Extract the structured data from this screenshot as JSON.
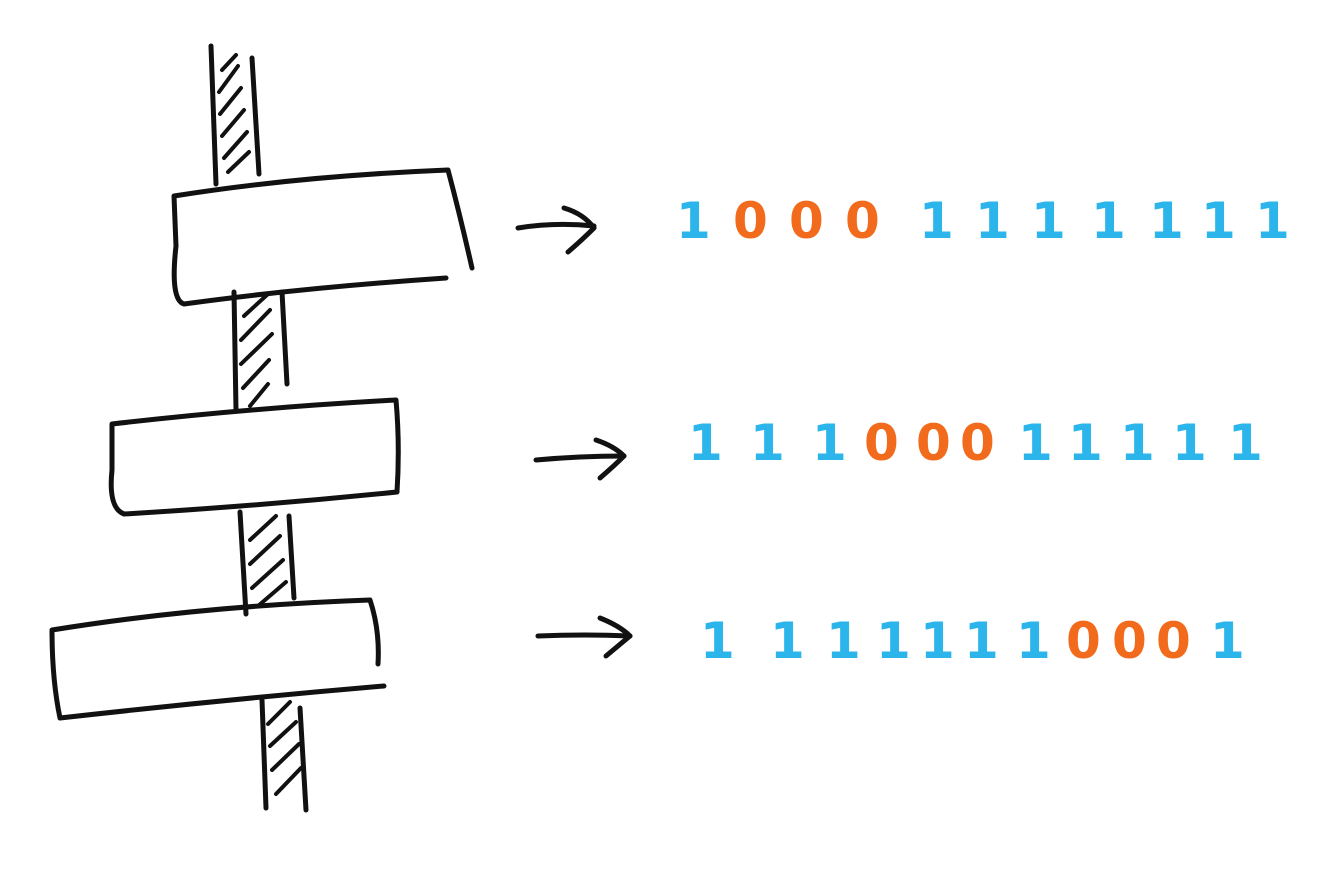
{
  "colors": {
    "ink": "#111111",
    "one": "#2bb5ea",
    "zero": "#f26a1b",
    "background": "#ffffff"
  },
  "rows": [
    {
      "bits": "10001111111"
    },
    {
      "bits": "11100011111"
    },
    {
      "bits": "11111110001"
    }
  ]
}
